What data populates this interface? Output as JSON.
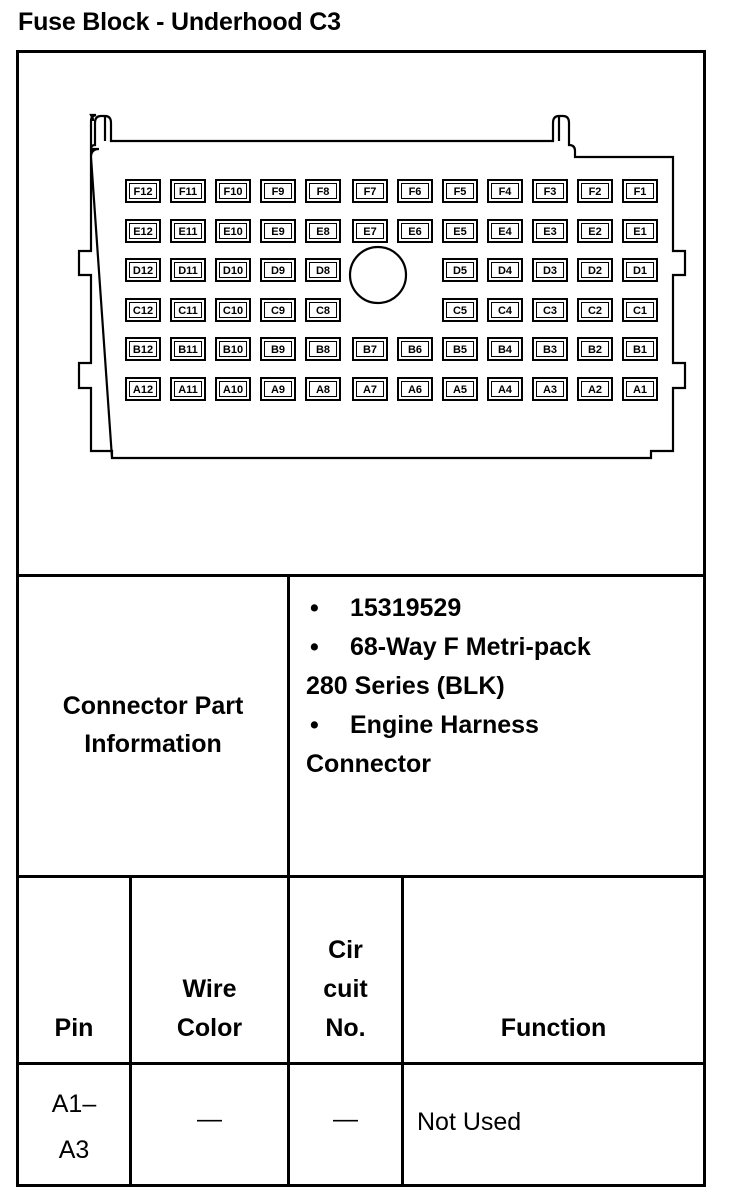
{
  "title": "Fuse Block - Underhood C3",
  "connector": {
    "rows": [
      [
        "F12",
        "F11",
        "F10",
        "F9",
        "F8",
        "F7",
        "F6",
        "F5",
        "F4",
        "F3",
        "F2",
        "F1"
      ],
      [
        "E12",
        "E11",
        "E10",
        "E9",
        "E8",
        "E7",
        "E6",
        "E5",
        "E4",
        "E3",
        "E2",
        "E1"
      ],
      [
        "D12",
        "D11",
        "D10",
        "D9",
        "D8",
        "",
        "",
        "D5",
        "D4",
        "D3",
        "D2",
        "D1"
      ],
      [
        "C12",
        "C11",
        "C10",
        "C9",
        "C8",
        "",
        "",
        "C5",
        "C4",
        "C3",
        "C2",
        "C1"
      ],
      [
        "B12",
        "B11",
        "B10",
        "B9",
        "B8",
        "B7",
        "B6",
        "B5",
        "B4",
        "B3",
        "B2",
        "B1"
      ],
      [
        "A12",
        "A11",
        "A10",
        "A9",
        "A8",
        "A7",
        "A6",
        "A5",
        "A4",
        "A3",
        "A2",
        "A1"
      ]
    ]
  },
  "part_info": {
    "label_line1": "Connector Part",
    "label_line2": "Information",
    "bullet": "•",
    "item1": "15319529",
    "item2_line1": "68-Way F Metri-pack",
    "item2_line2": "280 Series (BLK)",
    "item3_line1": "Engine Harness",
    "item3_line2": "Connector"
  },
  "table": {
    "headers": {
      "pin": "Pin",
      "wire_color_1": "Wire",
      "wire_color_2": "Color",
      "circuit_1": "Cir",
      "circuit_2": "cuit",
      "circuit_3": "No.",
      "function": "Function"
    },
    "rows": [
      {
        "pin_line1": "A1–",
        "pin_line2": "A3",
        "wire_color": "—",
        "circuit": "—",
        "function": "Not Used"
      }
    ]
  }
}
